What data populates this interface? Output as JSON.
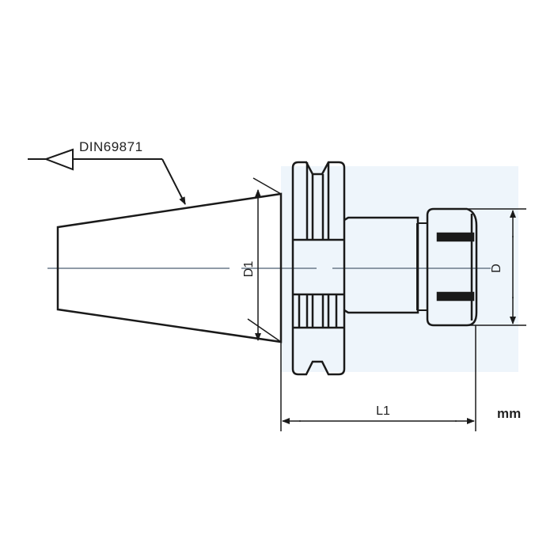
{
  "drawing": {
    "standard_label": "DIN69871",
    "dimensions": {
      "d1": "D1",
      "d": "D",
      "l1": "L1"
    },
    "unit": "mm",
    "colors": {
      "line": "#1a1a1a",
      "fill_tint": "#eef5fb",
      "background": "#ffffff"
    }
  }
}
